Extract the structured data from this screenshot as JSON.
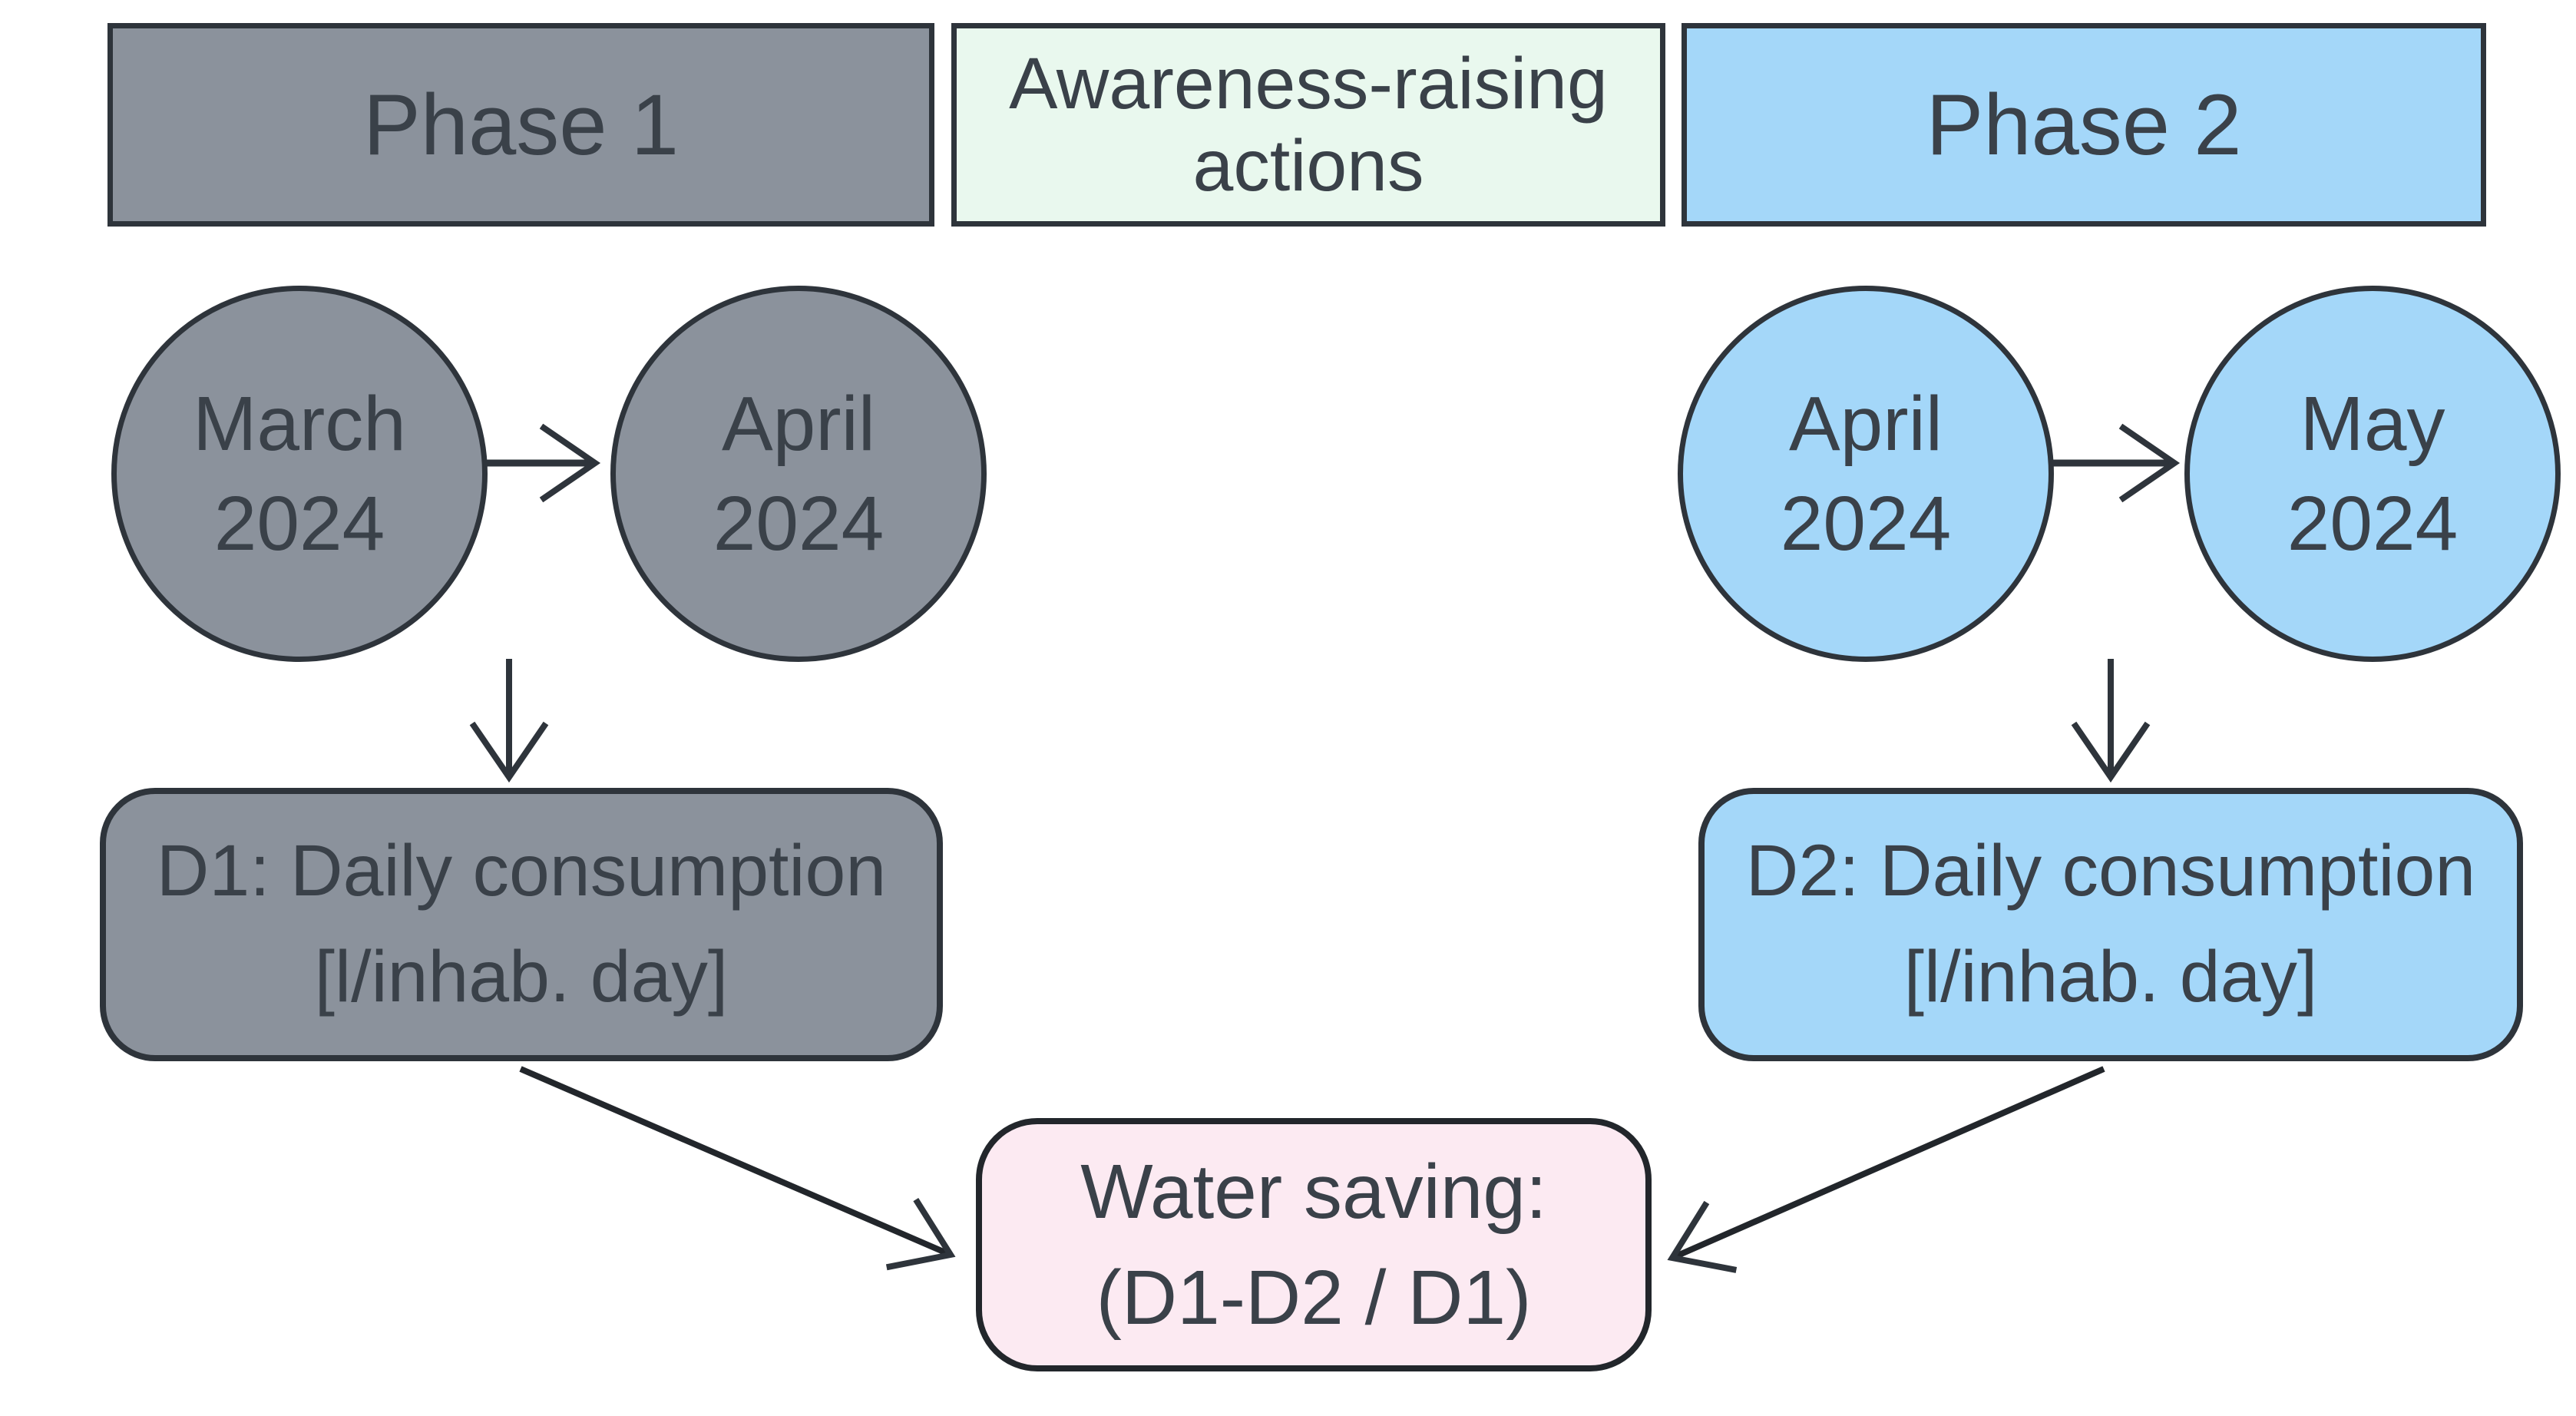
{
  "colors": {
    "phase1_fill": "#8b929c",
    "phase2_fill": "#a4d7f9",
    "awareness_fill": "#e9f8ee",
    "result_fill": "#fceaf2",
    "outline": "#2e343b",
    "result_outline": "#22262b",
    "text": "#3a4149",
    "background": "#ffffff"
  },
  "header": {
    "phase1_label": "Phase 1",
    "awareness_label": "Awareness-raising actions",
    "phase2_label": "Phase 2"
  },
  "phase1": {
    "start_month": {
      "month": "March",
      "year": "2024"
    },
    "end_month": {
      "month": "April",
      "year": "2024"
    },
    "metric": {
      "line1": "D1: Daily consumption",
      "line2": "[l/inhab. day]"
    }
  },
  "phase2": {
    "start_month": {
      "month": "April",
      "year": "2024"
    },
    "end_month": {
      "month": "May",
      "year": "2024"
    },
    "metric": {
      "line1": "D2: Daily consumption",
      "line2": "[l/inhab. day]"
    }
  },
  "result": {
    "line1": "Water saving:",
    "line2": "(D1-D2 / D1)"
  }
}
